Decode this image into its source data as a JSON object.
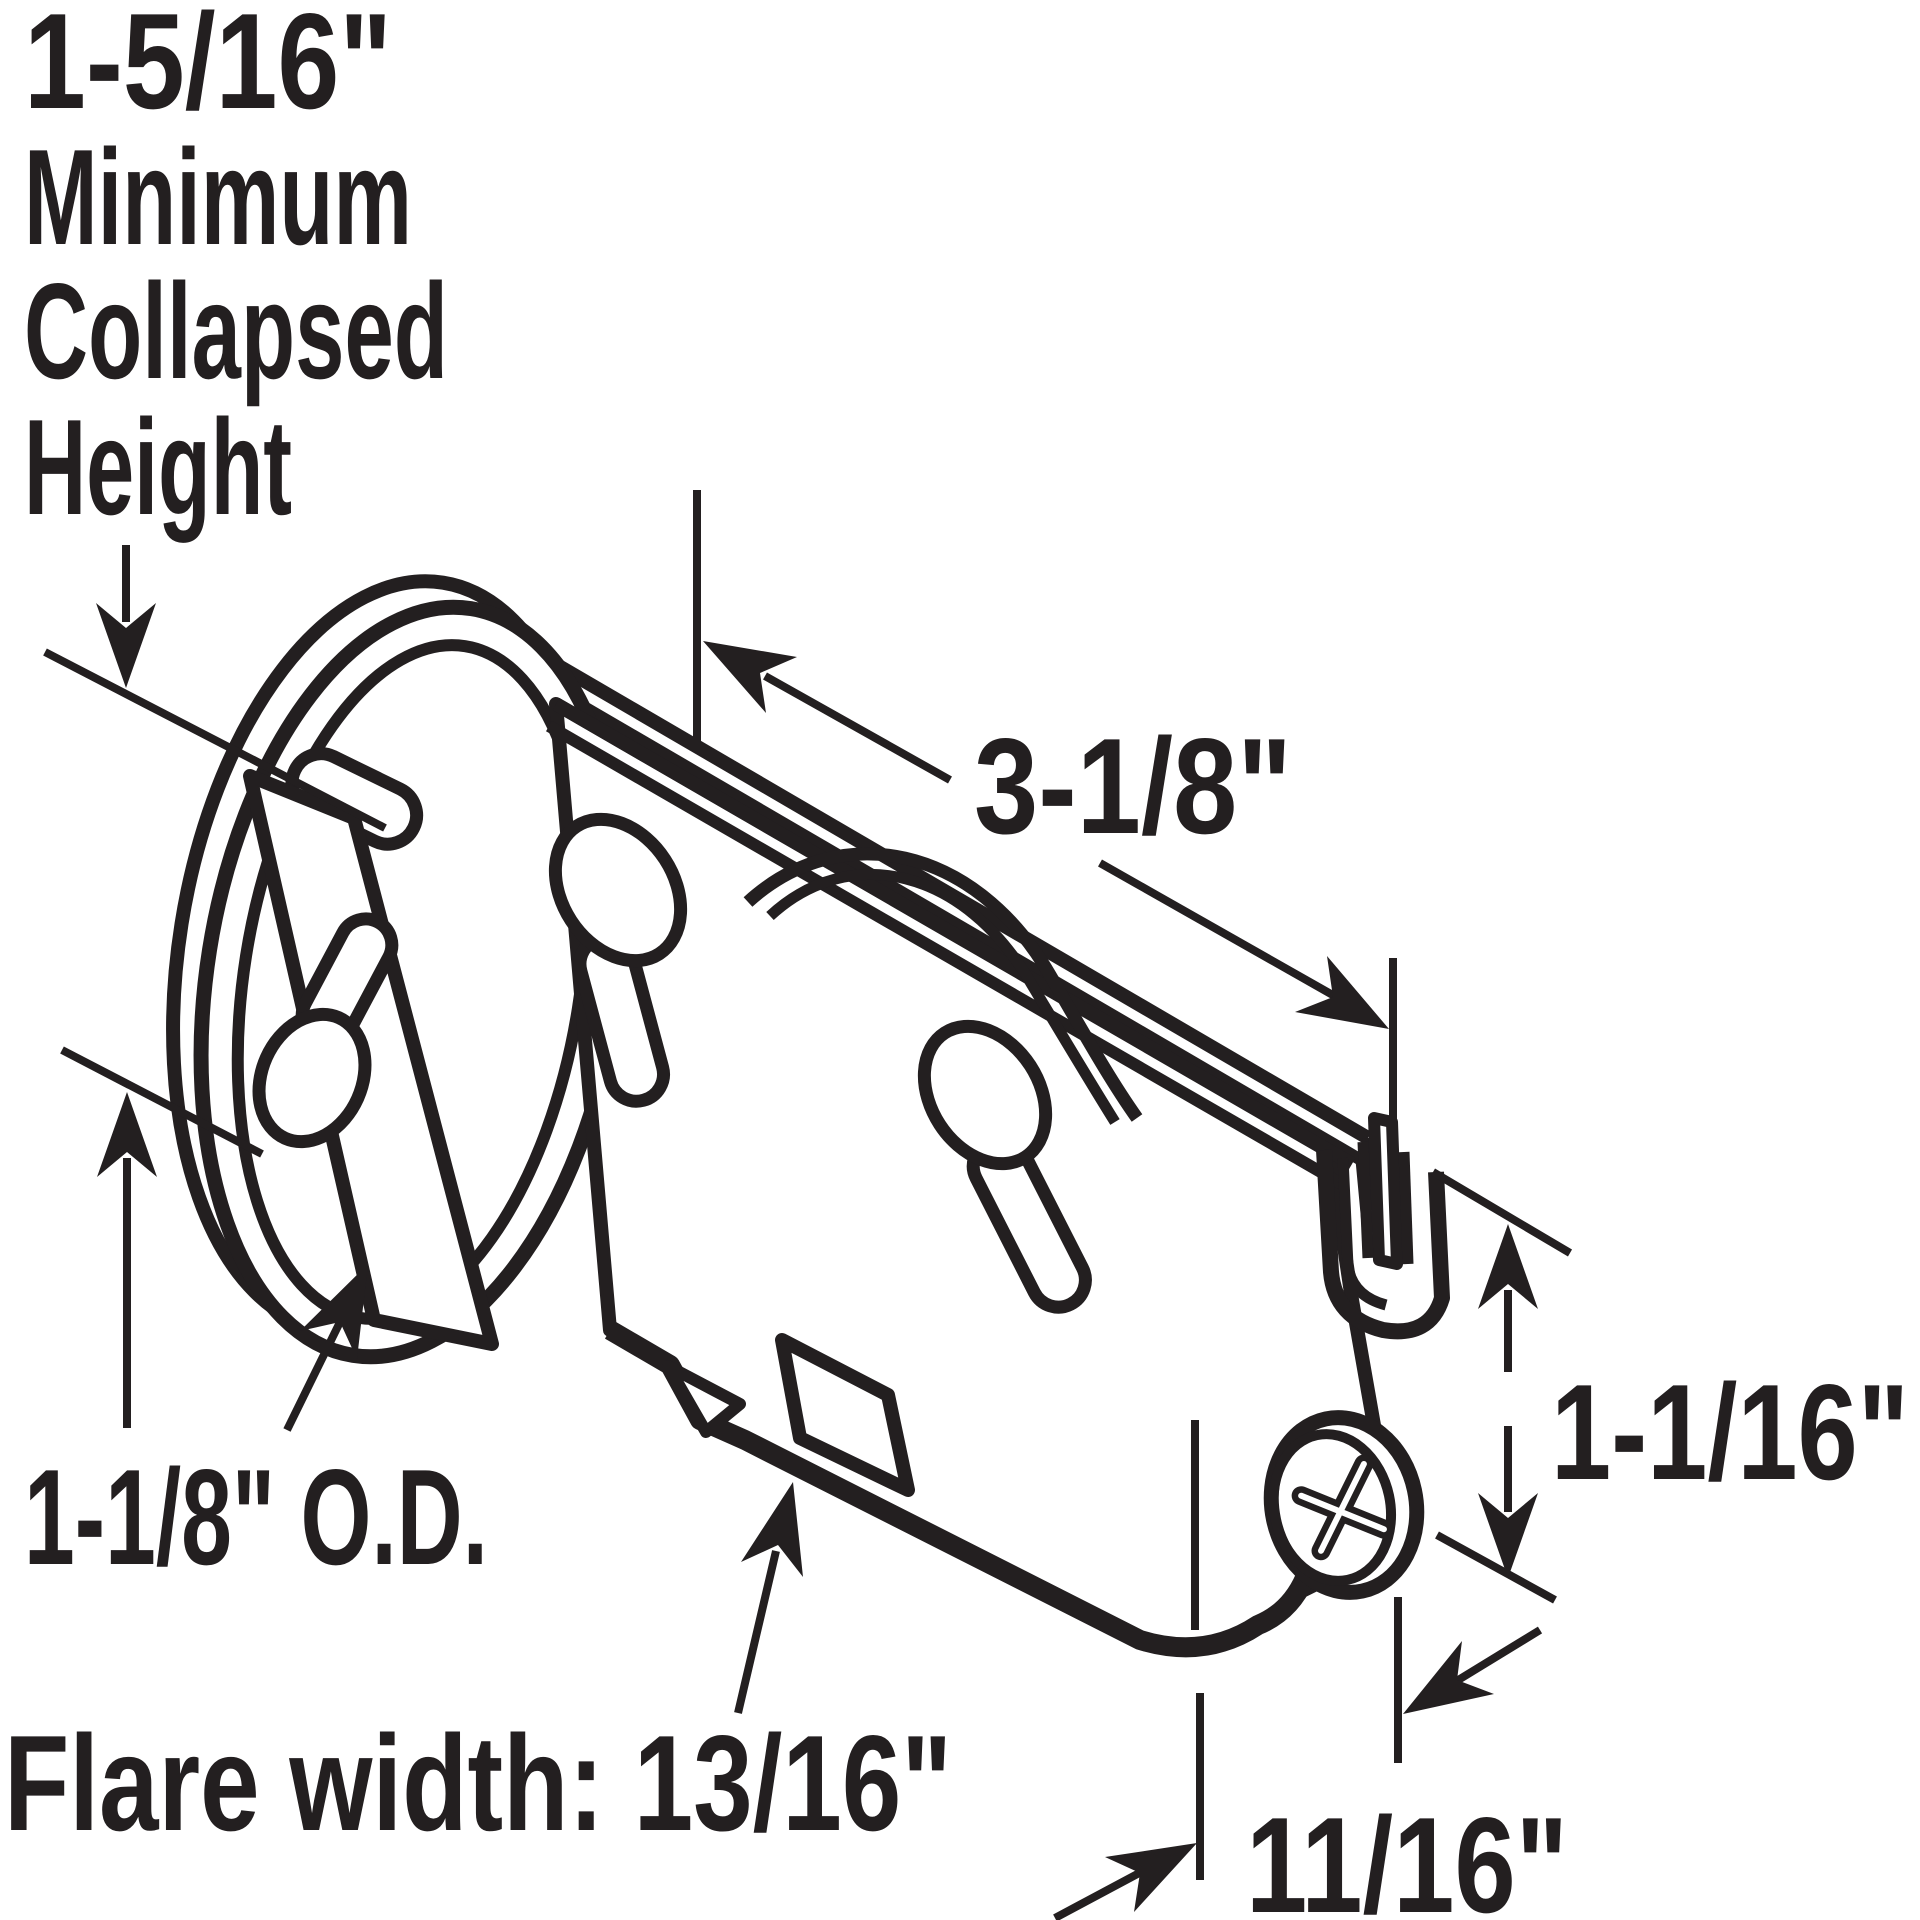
{
  "page": {
    "background": "#ffffff",
    "ink_color": "#231f20",
    "description": "Technical line drawing of a sliding patio door tandem roller assembly with dimension callouts"
  },
  "diagram": {
    "labels": {
      "min_collapsed_height": {
        "lines": [
          "1-5/16\"",
          "Minimum",
          "Collapsed",
          "Height"
        ]
      },
      "housing_length": "3-1/8\"",
      "wheel_outer_diameter": "1-1/8\" O.D.",
      "flare_width": "Flare width: 13/16\"",
      "end_height": "1-1/16\"",
      "end_width": "11/16\""
    }
  }
}
